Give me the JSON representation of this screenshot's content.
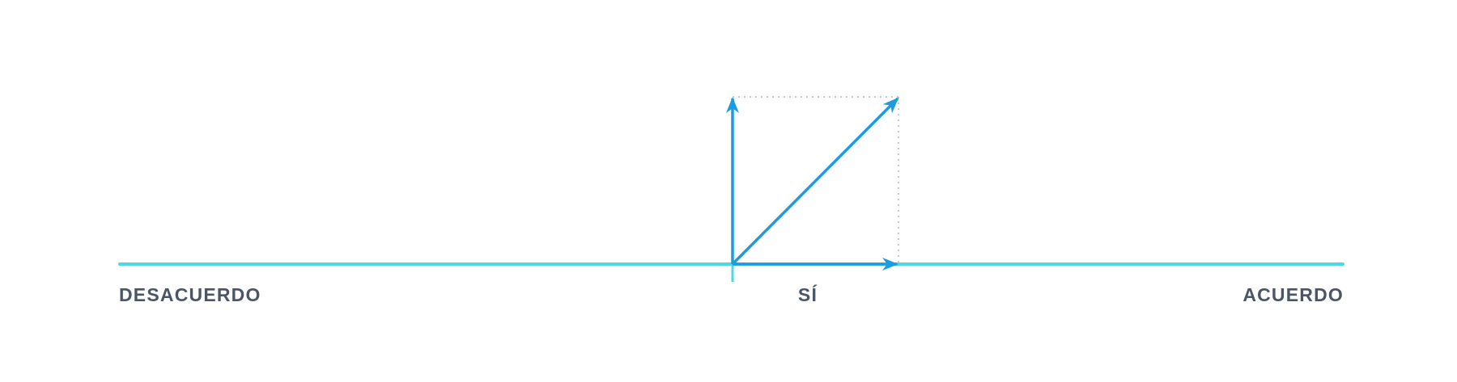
{
  "labels": {
    "left": "DESACUERDO",
    "center": "SÍ",
    "right": "ACUERDO"
  },
  "icons": {
    "vertical_arrow": "arrow-up-icon",
    "horizontal_arrow": "arrow-right-icon",
    "diagonal_arrow": "arrow-diagonal-icon"
  },
  "colors": {
    "axis_line": "#4fd8e0",
    "vector": "#1c9be3",
    "dotted_guide": "#c4c8cf",
    "label_text": "#4a5568",
    "background": "#ffffff"
  }
}
